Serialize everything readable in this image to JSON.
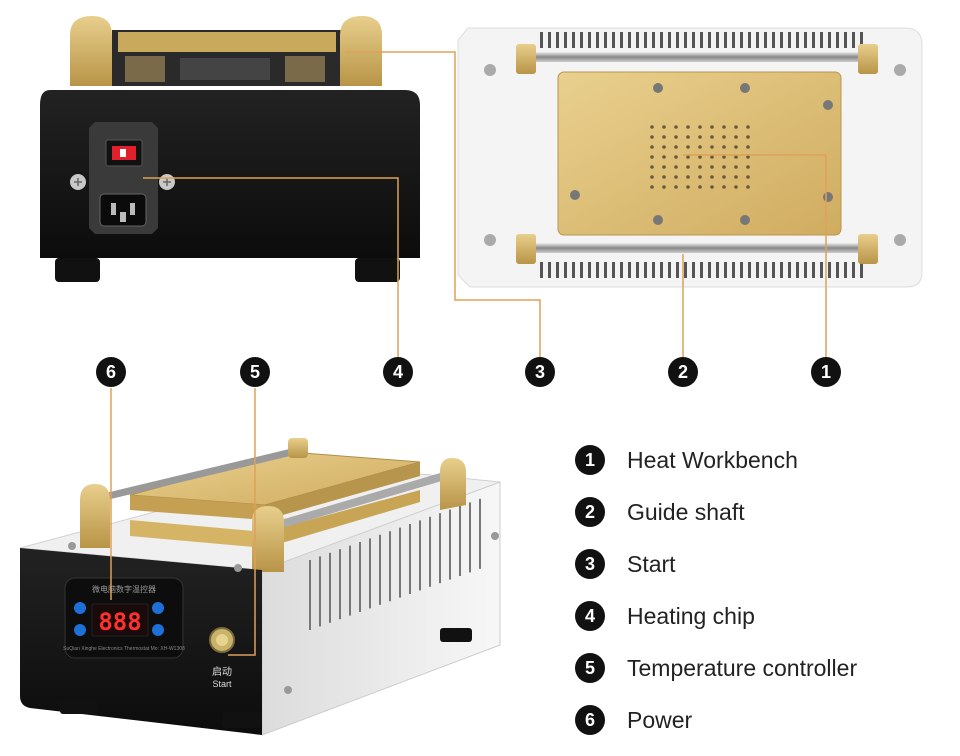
{
  "callouts": [
    {
      "number": "1",
      "label": "Heat Workbench"
    },
    {
      "number": "2",
      "label": "Guide shaft"
    },
    {
      "number": "3",
      "label": "Start"
    },
    {
      "number": "4",
      "label": "Heating chip"
    },
    {
      "number": "5",
      "label": "Temperature controller"
    },
    {
      "number": "6",
      "label": "Power"
    }
  ],
  "badge_row_order": [
    "6",
    "5",
    "4",
    "3",
    "2",
    "1"
  ],
  "panel": {
    "chinese_title": "微电脑数字温控器",
    "maker_text": "SuQian Xinghe Electronics Thermostat  Mo: XH-W1308",
    "display_value": "888",
    "start_cn": "启动",
    "start_en": "Start"
  },
  "colors": {
    "accent_line": "#e0a05a",
    "gold": "#d4ae5c",
    "body_black": "#1a1a1a",
    "body_white": "#f2f2f2",
    "led_red": "#e0202a"
  }
}
